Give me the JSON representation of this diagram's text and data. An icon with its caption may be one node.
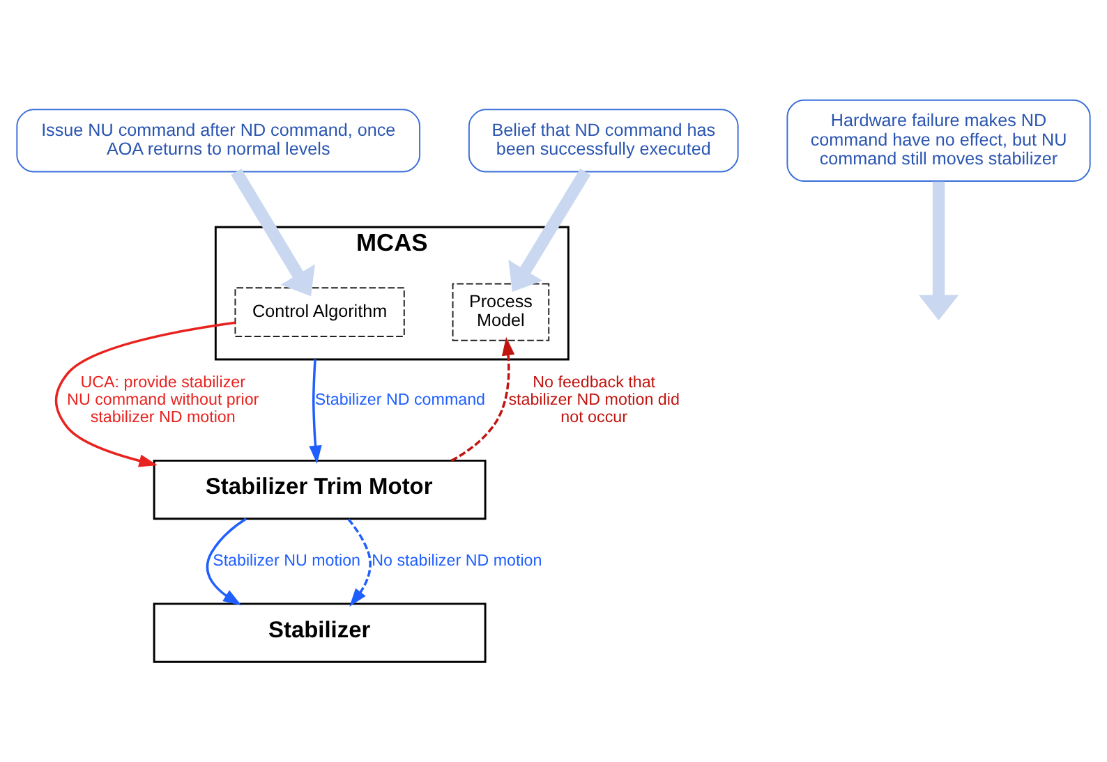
{
  "diagram": {
    "nodes": [
      {
        "text": [
          "Issue NU command after ND command, once AOA returns to normal levels"
        ]
      },
      {
        "text": [
          "Belief that ND command has been successfully executed"
        ]
      },
      {
        "text": [
          "MCAS"
        ]
      },
      {
        "text": [
          "Control Algorithm"
        ],
        "in": 2
      },
      {
        "text": [
          "Process Model"
        ],
        "in": 2
      },
      {
        "text": [
          "Stabilizer Trim Motor"
        ]
      },
      {
        "text": [
          "Hardware failure makes ND command have no effect, but NU command still moves stabilizer"
        ]
      },
      {
        "text": [
          "Stabilizer"
        ]
      }
    ],
    "edges": [
      {
        "from": 0,
        "to": 3,
        "arrow": "to",
        "style": "thick",
        "color": "#c9d7f0"
      },
      {
        "from": 1,
        "to": 4,
        "arrow": "to",
        "style": "thick",
        "color": "#c9d7f0"
      },
      {
        "from": 3,
        "to": 5,
        "arrow": "to",
        "label": "UCA: provide stabilizer NU command without prior stabilizer ND motion",
        "color": "#e8231f"
      },
      {
        "from": 2,
        "to": 5,
        "arrow": "to",
        "label": "Stabilizer ND command",
        "color": "#1f5fff"
      },
      {
        "from": 5,
        "to": 4,
        "arrow": "to",
        "style": "dashed",
        "label": "No feedback that stabilizer ND motion did not occur",
        "color": "#c0140f"
      },
      {
        "from": 5,
        "to": 7,
        "arrow": "to",
        "label": "Stabilizer NU motion",
        "color": "#1f5fff"
      },
      {
        "from": 5,
        "to": 7,
        "arrow": "to",
        "style": "dashed",
        "label": "No stabilizer ND motion",
        "color": "#1f5fff"
      },
      {
        "from": 6,
        "to": null,
        "arrow": "to",
        "style": "thick",
        "color": "#c9d7f0"
      }
    ]
  }
}
